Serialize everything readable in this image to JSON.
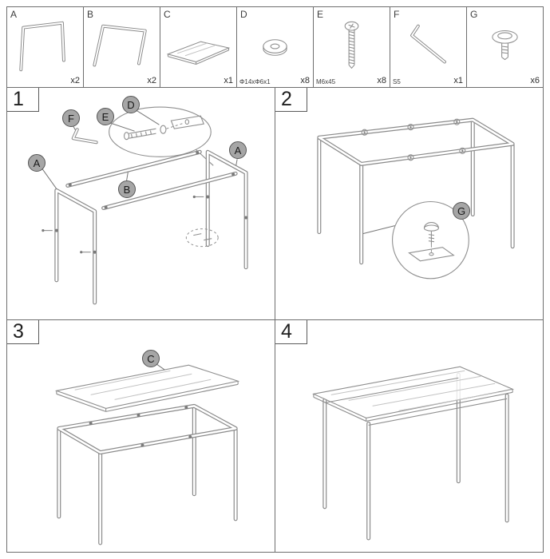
{
  "parts": [
    {
      "id": "A",
      "spec": "",
      "qty": "x2"
    },
    {
      "id": "B",
      "spec": "",
      "qty": "x2"
    },
    {
      "id": "C",
      "spec": "",
      "qty": "x1"
    },
    {
      "id": "D",
      "spec": "Φ14xΦ6x1",
      "qty": "x8"
    },
    {
      "id": "E",
      "spec": "M6x45",
      "qty": "x8"
    },
    {
      "id": "F",
      "spec": "S5",
      "qty": "x1"
    },
    {
      "id": "G",
      "spec": "",
      "qty": "x6"
    }
  ],
  "steps": [
    {
      "number": "1",
      "callouts": [
        {
          "letter": "F"
        },
        {
          "letter": "E"
        },
        {
          "letter": "D"
        },
        {
          "letter": "A"
        },
        {
          "letter": "A"
        },
        {
          "letter": "B"
        }
      ]
    },
    {
      "number": "2",
      "callouts": [
        {
          "letter": "G"
        }
      ]
    },
    {
      "number": "3",
      "callouts": [
        {
          "letter": "C"
        }
      ]
    },
    {
      "number": "4",
      "callouts": []
    }
  ]
}
